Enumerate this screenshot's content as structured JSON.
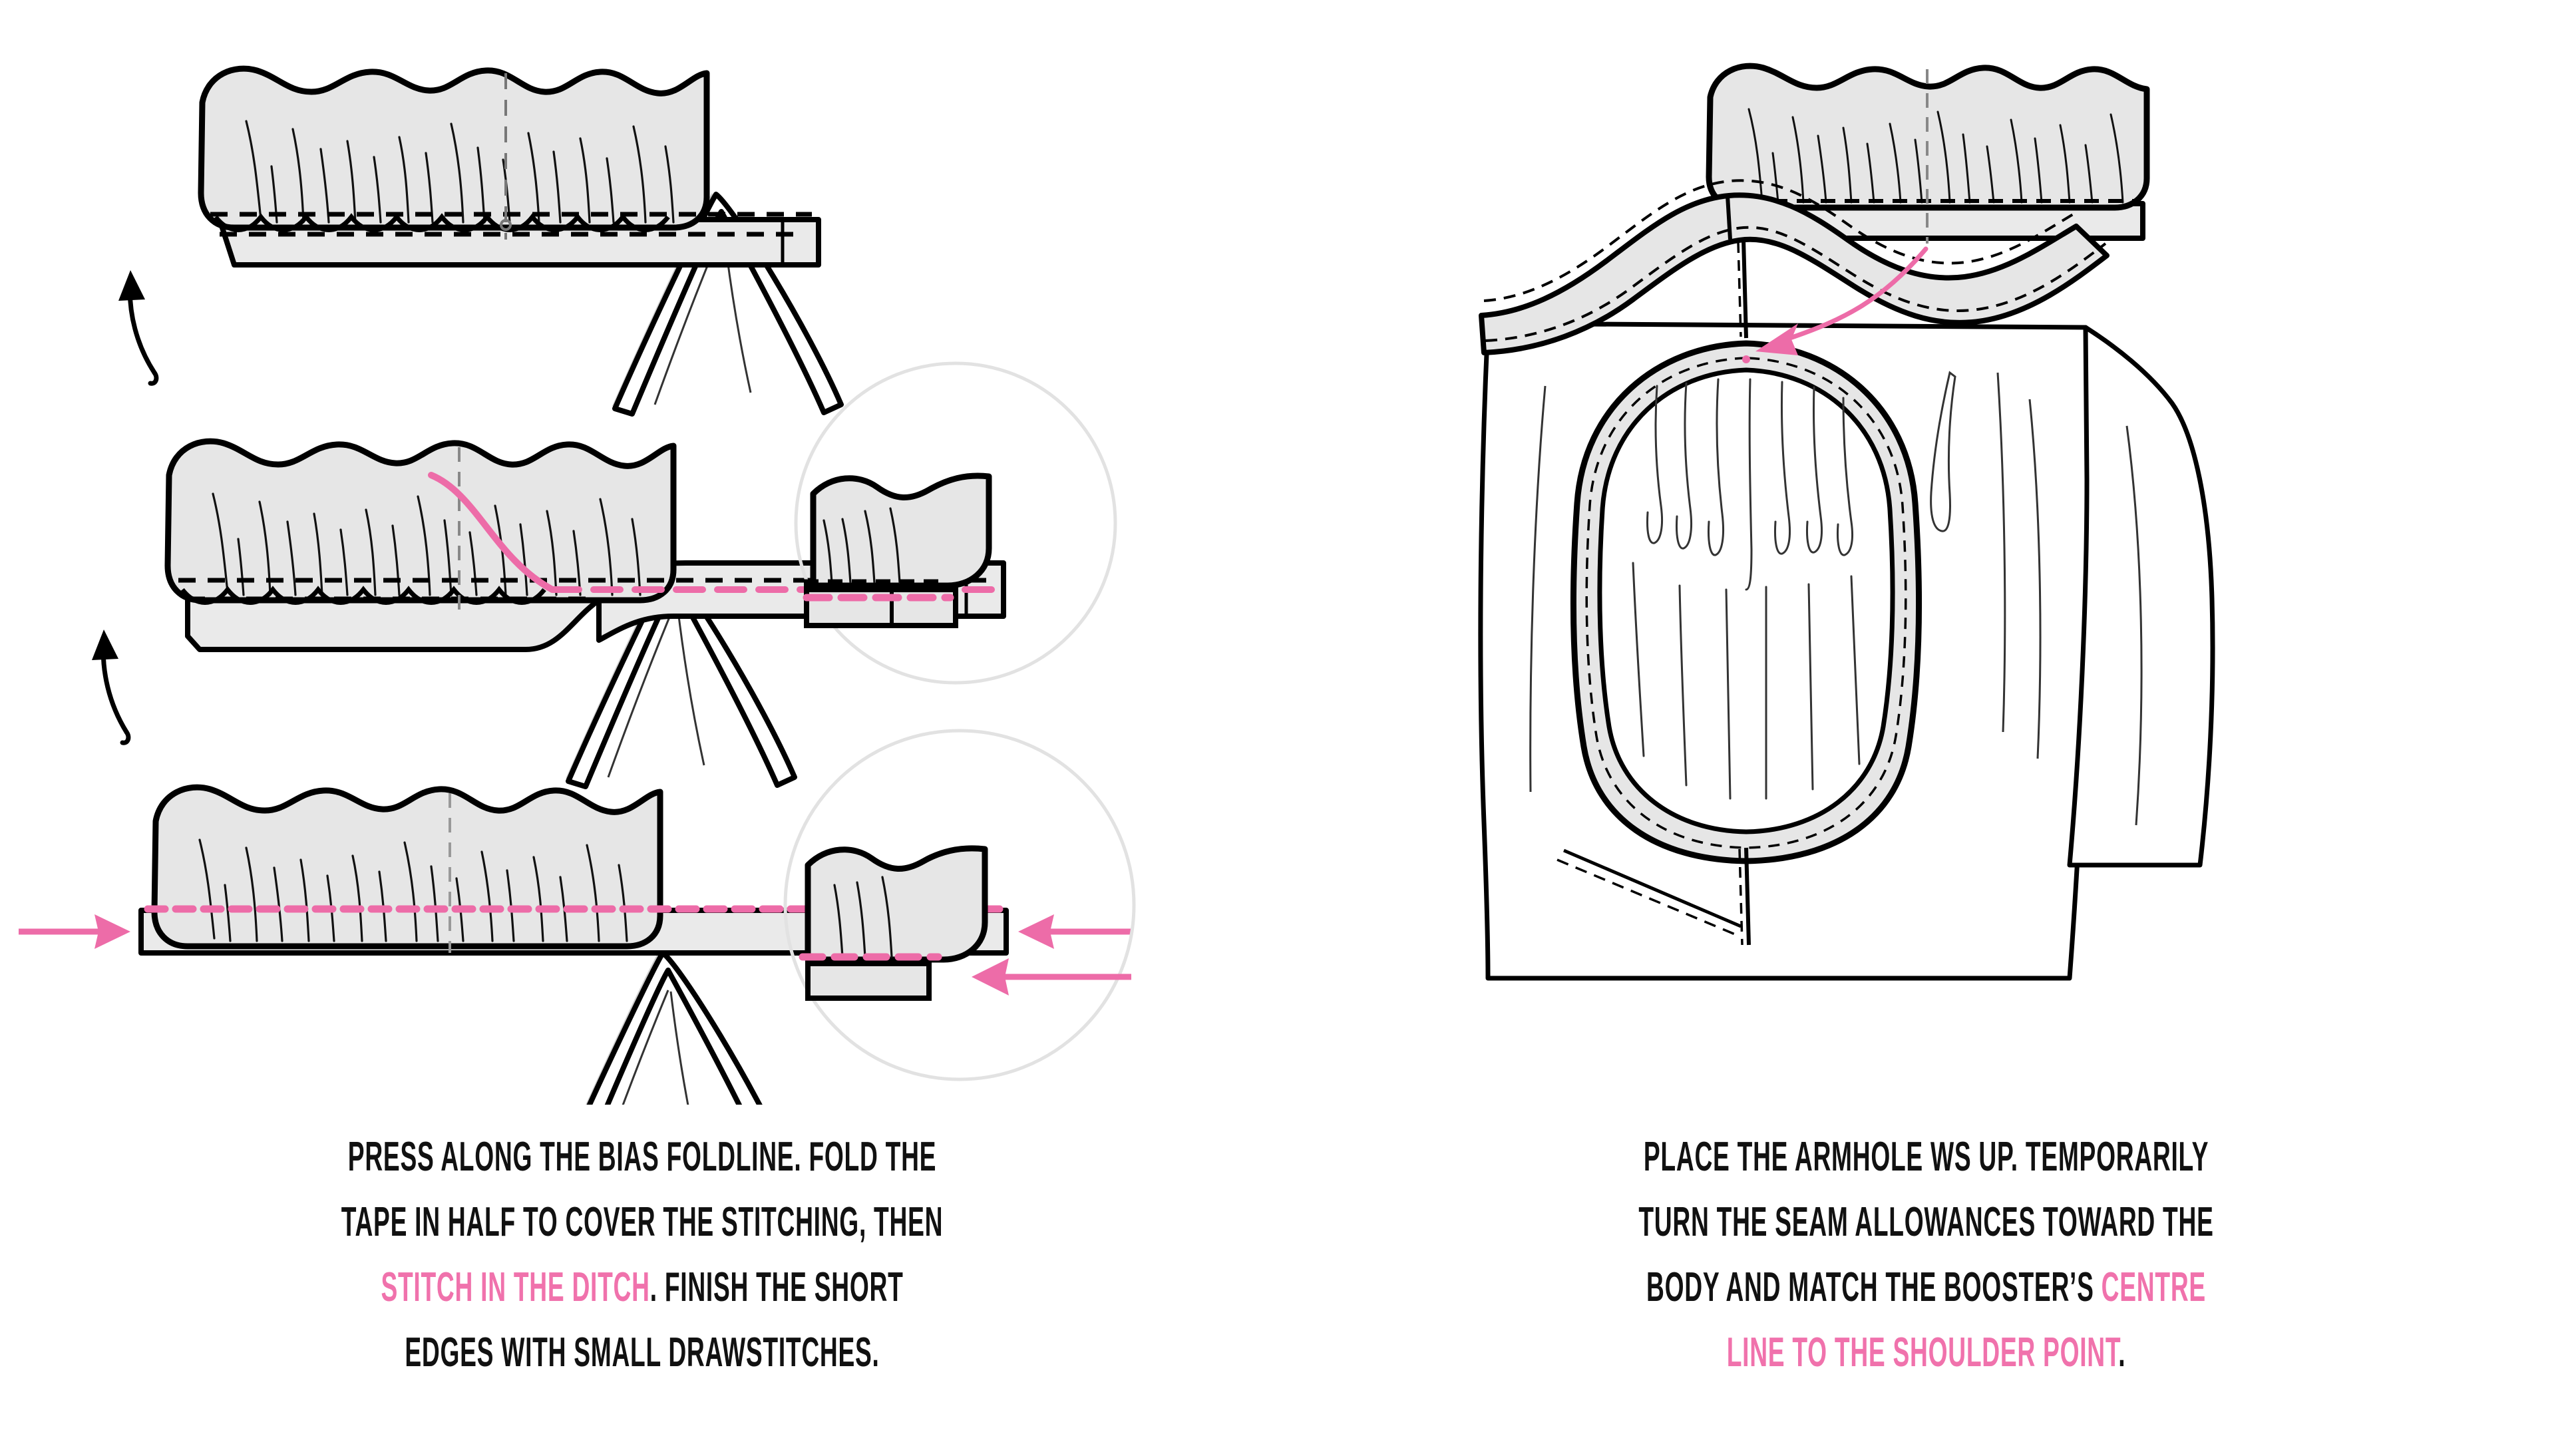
{
  "meta": {
    "kind": "sewing-instruction-diagram",
    "background_color": "#FFFFFF",
    "accent_pink": "#F072AC",
    "arrow_pink": "#ED6CA8",
    "fabric_fill": "#E6E6E6",
    "tape_fill": "#EAEAEA",
    "outline_color": "#000000",
    "inset_circle_stroke": "#E2E2E2"
  },
  "panels": [
    {
      "id": "left",
      "name": "bias-tape-finishing-panel",
      "figures": [
        {
          "id": "fig-1",
          "name": "gathered-booster-on-ham-step-1",
          "description": "Gathered booster with bias tape, black curved arrow indicating fold up",
          "elements": [
            "gathered-fabric",
            "gathering-stitch-lines",
            "bias-tape-strip",
            "tailors-ham-tip",
            "fold-up-arrow",
            "centre-foldline"
          ]
        },
        {
          "id": "fig-2",
          "name": "tape-folded-over-step-2",
          "description": "Bias tape folded in half over the stitching, pink stitch-in-the-ditch guideline",
          "elements": [
            "gathered-fabric",
            "folded-bias-tape",
            "pink-stitch-guideline",
            "tailors-ham-tip",
            "fold-up-arrow"
          ]
        },
        {
          "id": "fig-3",
          "name": "stitch-in-the-ditch-step-3",
          "description": "Finished tape with pink dashed stitch line and pink arrows pointing inward at short edges",
          "elements": [
            "gathered-fabric",
            "finished-bias-tape",
            "pink-dashed-stitching",
            "left-pink-arrow",
            "right-pink-arrow",
            "tailors-ham-tip"
          ]
        },
        {
          "id": "inset-1",
          "name": "detail-circle-upper",
          "description": "Circular detail of folded tape edge showing pink dashed stitch line on the tape",
          "elements": [
            "detail-circle-outline",
            "fabric-edge",
            "tape-fold",
            "pink-dashed-stitching"
          ]
        },
        {
          "id": "inset-2",
          "name": "detail-circle-lower",
          "description": "Circular detail of the short edge finish with pink arrow pointing at the tape end",
          "elements": [
            "detail-circle-outline",
            "fabric-edge",
            "tape-end",
            "pink-dashed-stitching",
            "pink-arrow"
          ]
        }
      ],
      "caption": {
        "name": "left-caption",
        "lines": [
          [
            {
              "text": "PRESS ALONG THE BIAS FOLDLINE. FOLD THE",
              "highlight": false
            }
          ],
          [
            {
              "text": "TAPE IN HALF TO COVER THE STITCHING, THEN",
              "highlight": false
            }
          ],
          [
            {
              "text": "STITCH IN THE DITCH",
              "highlight": true
            },
            {
              "text": ". FINISH THE SHORT",
              "highlight": false
            }
          ],
          [
            {
              "text": "EDGES WITH SMALL DRAWSTITCHES.",
              "highlight": false
            }
          ]
        ],
        "plain_text": "PRESS ALONG THE BIAS FOLDLINE. FOLD THE TAPE IN HALF TO COVER THE STITCHING, THEN STITCH IN THE DITCH. FINISH THE SHORT EDGES WITH SMALL DRAWSTITCHES."
      }
    },
    {
      "id": "right",
      "name": "armhole-placement-panel",
      "figures": [
        {
          "id": "fig-4",
          "name": "booster-above-armhole",
          "description": "Gathered booster shown above the garment, pink guide line running down to the shoulder point",
          "elements": [
            "gathered-booster",
            "centre-foldline",
            "pink-guide-line"
          ]
        },
        {
          "id": "fig-5",
          "name": "garment-armhole-ws-up",
          "description": "Garment body wrong-side up with shoulder yoke band and open armhole, seam allowances turned toward the body",
          "elements": [
            "garment-body",
            "shoulder-yoke-band",
            "armhole-opening",
            "turned-seam-allowance",
            "shoulder-point-marker",
            "pink-arrow-to-shoulder-point",
            "side-seam",
            "dart-lines"
          ]
        }
      ],
      "caption": {
        "name": "right-caption",
        "lines": [
          [
            {
              "text": "PLACE THE ARMHOLE WS UP. TEMPORARILY",
              "highlight": false
            }
          ],
          [
            {
              "text": "TURN THE SEAM ALLOWANCES TOWARD THE",
              "highlight": false
            }
          ],
          [
            {
              "text": "BODY AND MATCH THE BOOSTER’S ",
              "highlight": false
            },
            {
              "text": "CENTRE",
              "highlight": true
            }
          ],
          [
            {
              "text": "LINE TO THE SHOULDER POINT",
              "highlight": true
            },
            {
              "text": ".",
              "highlight": false
            }
          ]
        ],
        "plain_text": "PLACE THE ARMHOLE WS UP. TEMPORARILY TURN THE SEAM ALLOWANCES TOWARD THE BODY AND MATCH THE BOOSTER’S CENTRE LINE TO THE SHOULDER POINT."
      }
    }
  ]
}
